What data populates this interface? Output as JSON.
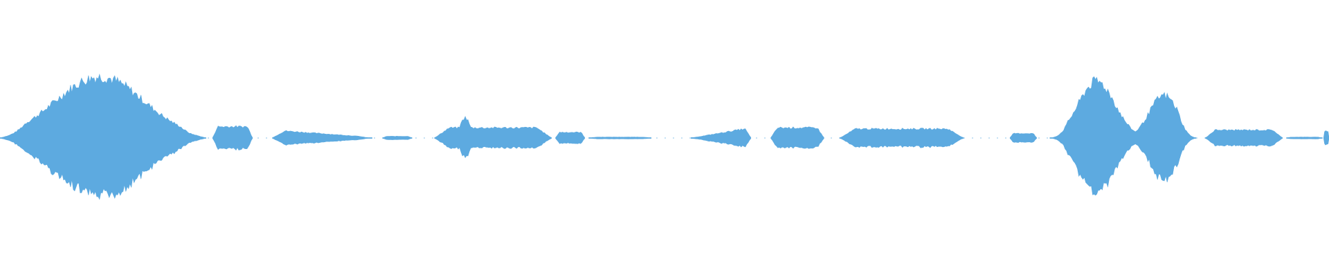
{
  "waveform": {
    "color": "#5DAAE0",
    "background": "#ffffff",
    "centerline_visible": true,
    "segments": [
      {
        "start": 0.0,
        "end": 0.155,
        "amplitude": 0.54,
        "peak_at": 0.075,
        "shape": "swell"
      },
      {
        "start": 0.16,
        "end": 0.19,
        "amplitude": 0.1,
        "peak_at": 0.17,
        "shape": "plateau"
      },
      {
        "start": 0.205,
        "end": 0.28,
        "amplitude": 0.07,
        "peak_at": 0.225,
        "shape": "taper"
      },
      {
        "start": 0.288,
        "end": 0.31,
        "amplitude": 0.015,
        "peak_at": 0.3,
        "shape": "plateau"
      },
      {
        "start": 0.327,
        "end": 0.415,
        "amplitude": 0.18,
        "peak_at": 0.35,
        "shape": "spike-plateau"
      },
      {
        "start": 0.418,
        "end": 0.44,
        "amplitude": 0.05,
        "peak_at": 0.43,
        "shape": "plateau"
      },
      {
        "start": 0.443,
        "end": 0.49,
        "amplitude": 0.008,
        "peak_at": 0.46,
        "shape": "plateau"
      },
      {
        "start": 0.52,
        "end": 0.565,
        "amplitude": 0.09,
        "peak_at": 0.555,
        "shape": "ramp"
      },
      {
        "start": 0.58,
        "end": 0.62,
        "amplitude": 0.09,
        "peak_at": 0.6,
        "shape": "plateau"
      },
      {
        "start": 0.632,
        "end": 0.725,
        "amplitude": 0.08,
        "peak_at": 0.69,
        "shape": "plateau"
      },
      {
        "start": 0.76,
        "end": 0.78,
        "amplitude": 0.04,
        "peak_at": 0.77,
        "shape": "plateau"
      },
      {
        "start": 0.79,
        "end": 0.9,
        "amplitude": 0.5,
        "peak_at": 0.83,
        "shape": "double-swell"
      },
      {
        "start": 0.907,
        "end": 0.965,
        "amplitude": 0.07,
        "peak_at": 0.93,
        "shape": "plateau"
      },
      {
        "start": 0.968,
        "end": 0.995,
        "amplitude": 0.008,
        "peak_at": 0.98,
        "shape": "plateau"
      },
      {
        "start": 0.996,
        "end": 1.0,
        "amplitude": 0.06,
        "peak_at": 0.999,
        "shape": "plateau"
      }
    ]
  }
}
